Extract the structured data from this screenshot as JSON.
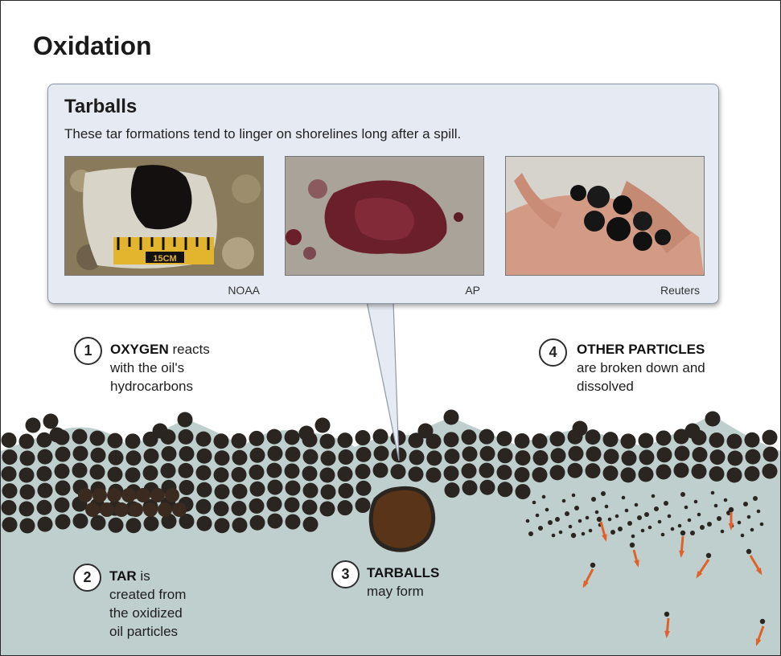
{
  "title": "Oxidation",
  "callout": {
    "title": "Tarballs",
    "description": "These tar formations tend to linger on shorelines long after a spill.",
    "photos": [
      {
        "credit": "NOAA",
        "scale_label": "15CM"
      },
      {
        "credit": "AP"
      },
      {
        "credit": "Reuters"
      }
    ]
  },
  "steps": [
    {
      "number": "1",
      "bold": "OXYGEN",
      "rest": " reacts",
      "line2": "with the oil's",
      "line3": "hydrocarbons"
    },
    {
      "number": "2",
      "bold": "TAR",
      "rest": " is",
      "line2": "created from",
      "line3": "the oxidized",
      "line4": "oil particles"
    },
    {
      "number": "3",
      "bold": "TARBALLS",
      "line2": "may form"
    },
    {
      "number": "4",
      "bold": "OTHER PARTICLES",
      "line2": "are broken down and",
      "line3": "dissolved"
    }
  ],
  "colors": {
    "water": "#bfcfcd",
    "oil": "#2a2520",
    "tarball": "#5a3418",
    "arrow": "#e0622a",
    "callout_bg": "#e6ebf3"
  }
}
